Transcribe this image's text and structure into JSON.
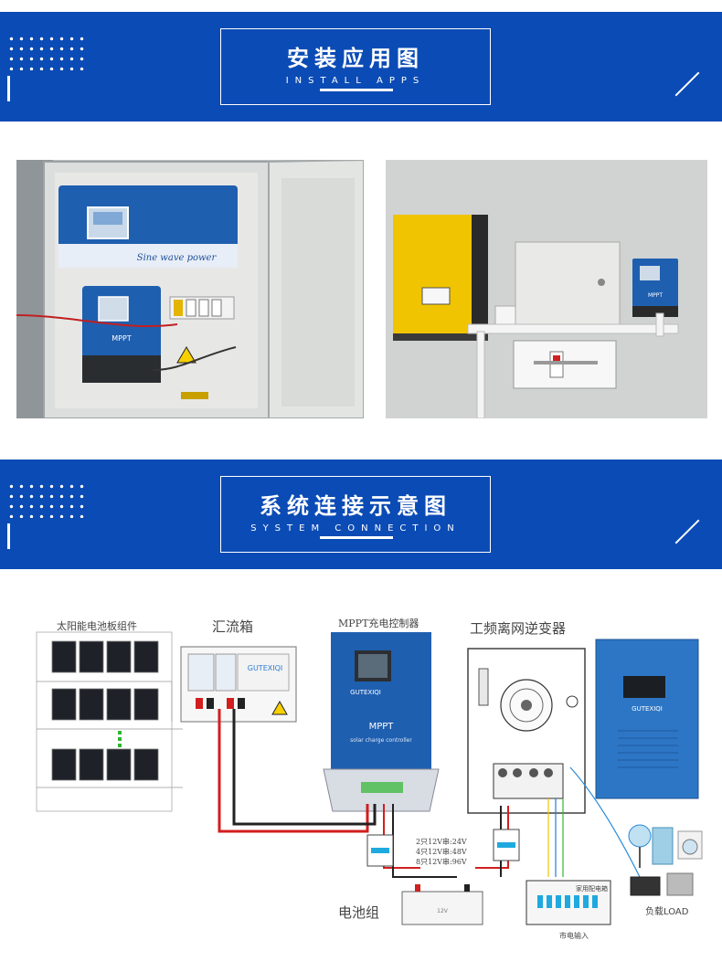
{
  "section_install": {
    "title_cn": "安装应用图",
    "title_en": "INSTALL APPS"
  },
  "section_connection": {
    "title_cn": "系统连接示意图",
    "title_en": "SYSTEM CONNECTION"
  },
  "photo_left": {
    "inverter_text": "Sine wave power",
    "controller_text": "MPPT"
  },
  "photo_right": {
    "controller_text": "MPPT"
  },
  "diagram": {
    "solar_panels_label": "太阳能电池板组件",
    "combiner_box_label": "汇流箱",
    "combiner_brand": "GUTEXIQI",
    "controller_label": "MPPT充电控制器",
    "controller_brand": "GUTEXIQI",
    "controller_model": "MPPT",
    "controller_sub": "solar charge controller",
    "inverter_label": "工频离网逆变器",
    "inverter_brand": "GUTEXIQI",
    "battery_label": "电池组",
    "battery_cell_label": "12V",
    "battery_notes": [
      "2只12V串:24V",
      "4只12V串:48V",
      "8只12V串:96V"
    ],
    "distribution_label": "家用配电箱",
    "mains_label": "市电输入",
    "load_label": "负载LOAD"
  },
  "colors": {
    "banner_blue": "#0b4bb5",
    "device_blue": "#1f5fb0",
    "inverter_yellow": "#f0c400",
    "wire_red": "#d21e1e",
    "wire_black": "#222222"
  }
}
